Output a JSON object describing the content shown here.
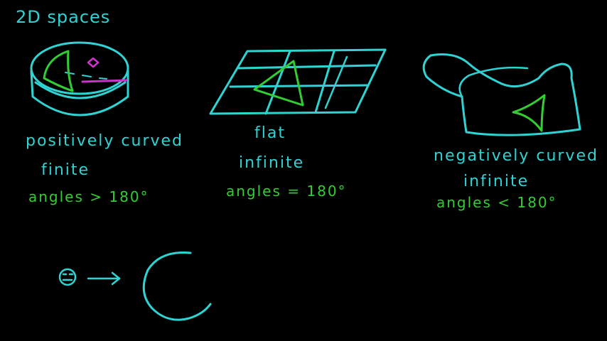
{
  "title": "2D spaces",
  "spaces": [
    {
      "curvature": "positively curved",
      "extent": "finite",
      "angles": "angles > 180°"
    },
    {
      "curvature": "flat",
      "extent": "infinite",
      "angles": "angles = 180°"
    },
    {
      "curvature": "negatively curved",
      "extent": "infinite",
      "angles": "angles < 180°"
    }
  ],
  "colors": {
    "background": "#000000",
    "chalk_cyan": "#2fd3d3",
    "chalk_green": "#33cc33",
    "chalk_magenta": "#cc33cc"
  },
  "icons": [
    "smiley-face-icon",
    "arrow-right-icon",
    "open-circle-icon"
  ]
}
